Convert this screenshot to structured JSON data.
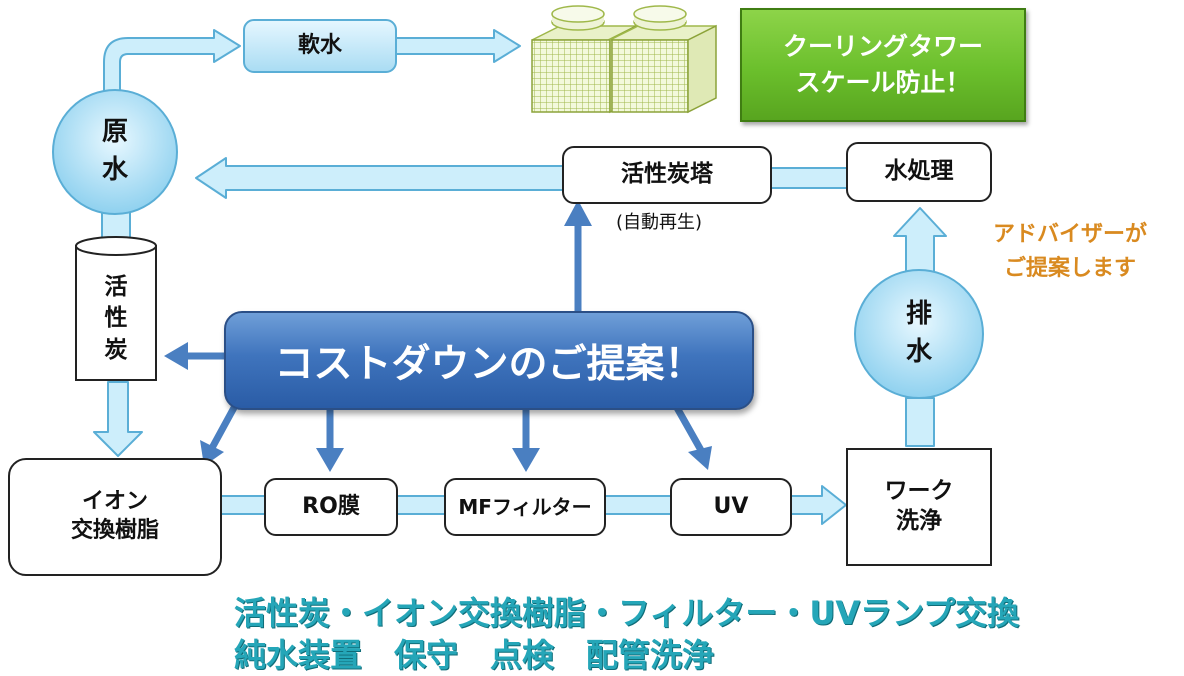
{
  "nodes": {
    "raw_water": "原\n水",
    "soft_water": "軟水",
    "cooling_tower_note": "クーリングタワー\nスケール防止！",
    "activated_carbon_tower": "活性炭塔",
    "auto_regeneration": "(自動再生)",
    "water_treatment": "水処理",
    "adviser_note": "アドバイザーが\nご提案します",
    "activated_carbon": "活\n性\n炭",
    "cost_down_banner": "コストダウンのご提案！",
    "drainage": "排\n水",
    "ion_exchange": "イオン\n交換樹脂",
    "ro_membrane": "RO膜",
    "mf_filter": "MFフィルター",
    "uv": "UV",
    "work_wash": "ワーク\n洗浄"
  },
  "footer": {
    "line1": "活性炭・イオン交換樹脂・フィルター・UVランプ交換",
    "line2": "純水装置　保守　点検　配管洗浄"
  },
  "icons": {
    "cooling_tower": "cooling-tower-icon"
  },
  "colors": {
    "pipe_fill": "#cdeefb",
    "pipe_stroke": "#5aaed6",
    "circle_fill": "#b8e6f8",
    "banner_blue": "#3a6fb8",
    "green_note": "#6bbf2c",
    "adviser_text": "#d98a20",
    "footer_text": "#25a6b8"
  }
}
